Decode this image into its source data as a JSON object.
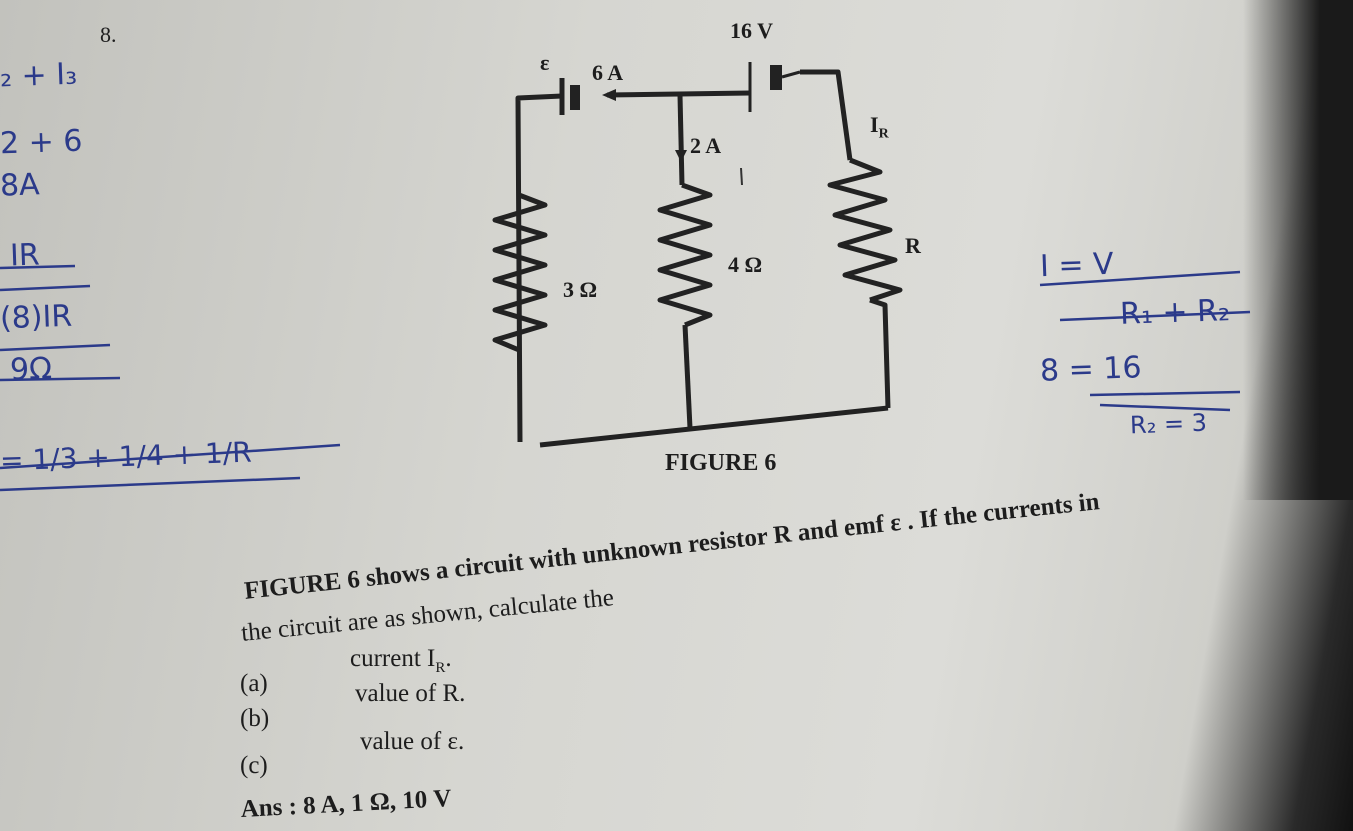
{
  "question_number": "8.",
  "figure": {
    "battery_right_label": "16 V",
    "emf_label": "ε",
    "current_top": "6 A",
    "current_middle": "2 A",
    "current_right": "I",
    "current_right_sub": "R",
    "resistor_right": "R",
    "resistor_middle": "4 Ω",
    "resistor_left": "3 Ω",
    "caption": "FIGURE 6"
  },
  "question": {
    "line1": "FIGURE 6 shows a circuit with unknown resistor R and emf ε . If the currents in",
    "line2": "the circuit are as shown, calculate the",
    "parts": [
      {
        "label": "(a)",
        "text": "current I",
        "sub": "R",
        "end": "."
      },
      {
        "label": "(b)",
        "text": "value of R."
      },
      {
        "label": "(c)",
        "text": "value of ε."
      }
    ],
    "answer": "Ans : 8 A, 1 Ω, 10 V"
  },
  "handwriting": {
    "left": [
      "₂ + I₃",
      "2 + 6",
      "8A",
      "IR",
      "(8)IR",
      "9Ω",
      "= 1/3 + 1/4 + 1/R"
    ],
    "right": [
      "I = V",
      "R₁ + R₂",
      "8 = 16",
      "R₂ = 3"
    ]
  }
}
